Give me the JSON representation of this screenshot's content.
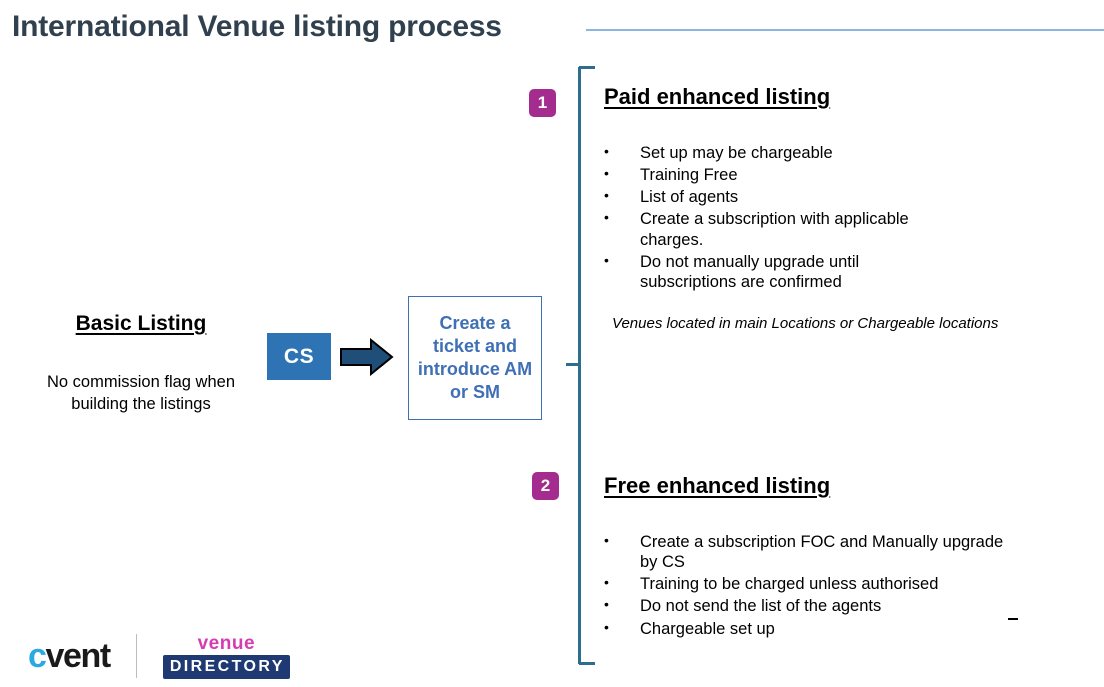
{
  "title": "International Venue listing process",
  "colors": {
    "title_text": "#31404e",
    "title_rule": "#8eb4e3",
    "cs_box": "#2e74b5",
    "arrow": "#1f4e79",
    "ticket_box_border": "#3f6fb5",
    "ticket_box_text": "#3f6fb5",
    "bracket": "#2d6e8e",
    "badge": "#a32c8e",
    "cvent_c": "#29abe2",
    "cvent_text": "#1a1a1a",
    "venue_magenta": "#d63cb0",
    "directory_navy": "#1f3a73"
  },
  "left_flow": {
    "basic_heading": "Basic Listing",
    "basic_description": "No commission flag when building the listings",
    "cs_label": "CS",
    "arrow_icon": "right-arrow-icon",
    "ticket_box_text": "Create a ticket and introduce AM or SM"
  },
  "branches": [
    {
      "number": "1",
      "heading": "Paid enhanced listing",
      "bullets": [
        "Set up may be chargeable",
        "Training Free",
        "List of agents",
        "Create a subscription with applicable charges.",
        "Do not manually upgrade until subscriptions are confirmed"
      ],
      "note": "Venues located in main Locations or Chargeable locations"
    },
    {
      "number": "2",
      "heading": "Free enhanced listing",
      "bullets": [
        "Create a subscription FOC and Manually upgrade by CS",
        "Training to be charged unless authorised",
        "Do not send the list of the agents",
        "Chargeable set up"
      ]
    }
  ],
  "footer": {
    "cvent_c": "c",
    "cvent_rest": "vent",
    "venue_word": "venue",
    "directory_word": "DIRECTORY"
  }
}
